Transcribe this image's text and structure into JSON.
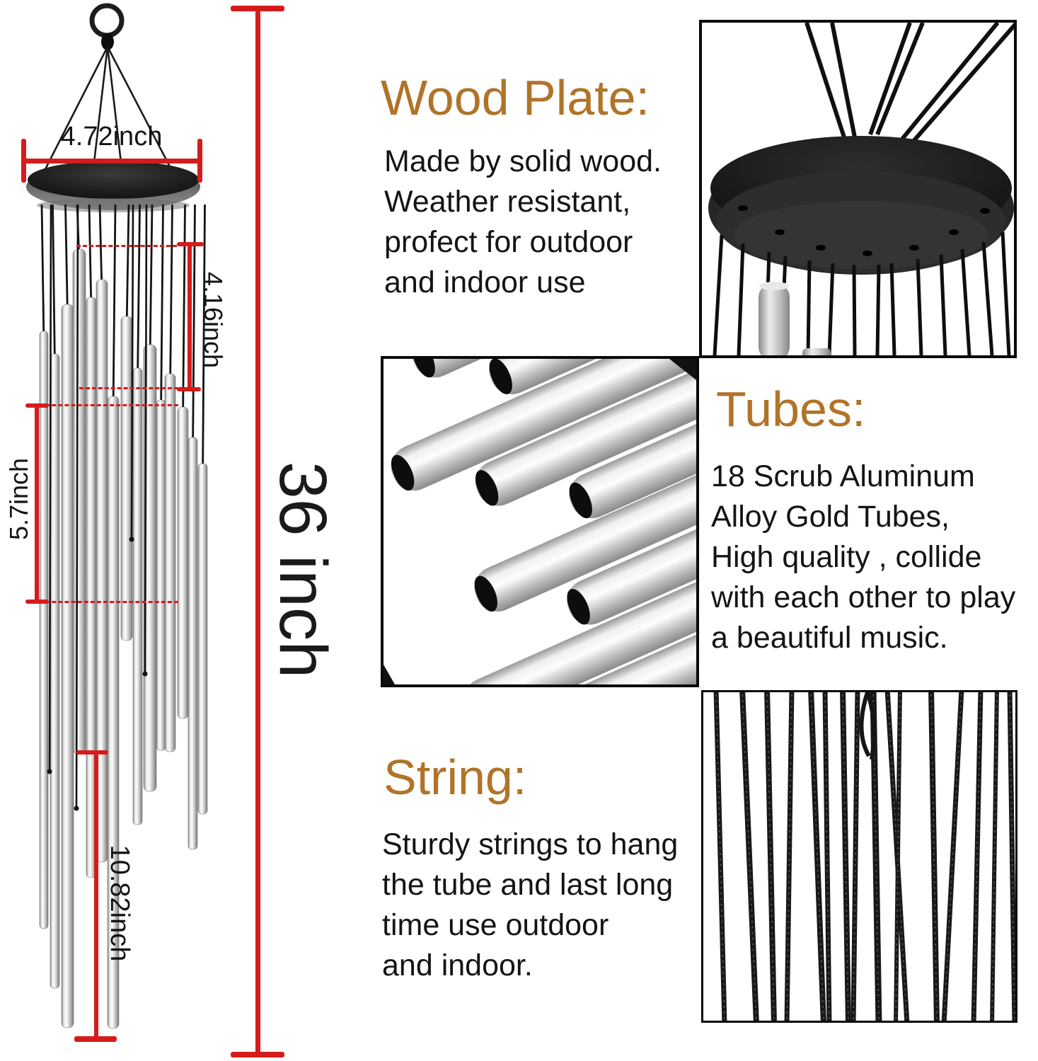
{
  "colors": {
    "accent_brown": "#b17328",
    "dimension_red": "#d41c1c",
    "text_black": "#141414"
  },
  "left_diagram": {
    "top_width_label": "4.72inch",
    "upper_drop_label": "4.16inch",
    "middle_drop_label": "5.7inch",
    "lower_drop_label": "10.82inch",
    "total_height_label": "36 inch"
  },
  "sections": {
    "wood_plate": {
      "heading": "Wood Plate:",
      "body": "Made by solid wood.\nWeather resistant,\nprofect for outdoor\nand indoor use"
    },
    "tubes": {
      "heading": "Tubes:",
      "body": "18 Scrub Aluminum\nAlloy Gold Tubes,\nHigh quality , collide\nwith each other to play\na beautiful music."
    },
    "string": {
      "heading": "String:",
      "body": "Sturdy strings to hang\nthe tube and last long\ntime use outdoor\nand indoor."
    }
  }
}
